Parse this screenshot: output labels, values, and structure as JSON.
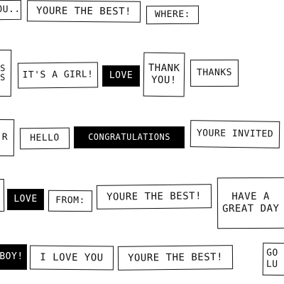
{
  "stickers": {
    "row1": {
      "thank_you_partial": "YOU...",
      "youre_the_best": "YOURE THE BEST!",
      "where": "WHERE:"
    },
    "row2": {
      "partial_left": "S\nS",
      "its_a_girl": "IT'S A GIRL!",
      "love": "LOVE",
      "thank_you": "THANK\nYOU!",
      "thanks": "THANKS"
    },
    "row3": {
      "partial_left": "R",
      "hello": "HELLO",
      "congratulations": "CONGRATULATIONS",
      "youre_invited": "YOURE INVITED"
    },
    "row4": {
      "partial_left": "",
      "love": "LOVE",
      "from": "FROM:",
      "youre_the_best": "YOURE THE BEST!",
      "have_a_great_day": "HAVE A\nGREAT DAY"
    },
    "row5": {
      "boy_partial": "BOY!",
      "i_love_you": "I LOVE YOU",
      "youre_the_best": "YOURE THE BEST!",
      "good_luck_partial": "GO\nLU"
    }
  },
  "colors": {
    "ink": "#111111",
    "paper": "#ffffff",
    "dark_fill": "#000000"
  }
}
